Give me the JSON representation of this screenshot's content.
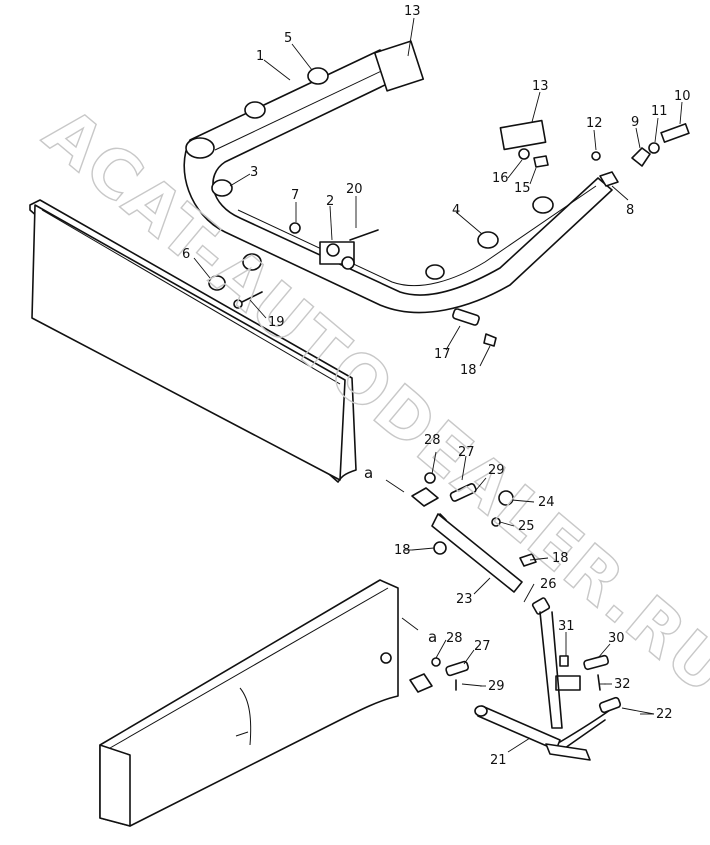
{
  "watermark": "ACAT-AUTODEALER.RU",
  "callouts": {
    "c1": "1",
    "c2": "2",
    "c3": "3",
    "c4": "4",
    "c5": "5",
    "c6": "6",
    "c7": "7",
    "c8": "8",
    "c9": "9",
    "c10": "10",
    "c11": "11",
    "c12": "12",
    "c13a": "13",
    "c13b": "13",
    "c15": "15",
    "c16": "16",
    "c17": "17",
    "c18a": "18",
    "c18b": "18",
    "c18c": "18",
    "c19": "19",
    "c20": "20",
    "c21": "21",
    "c22": "22",
    "c23": "23",
    "c24": "24",
    "c25": "25",
    "c26": "26",
    "c27a": "27",
    "c27b": "27",
    "c28a": "28",
    "c28b": "28",
    "c29a": "29",
    "c29b": "29",
    "c30": "30",
    "c31": "31",
    "c32": "32"
  },
  "detail_markers": {
    "a1": "a",
    "a2": "a"
  }
}
